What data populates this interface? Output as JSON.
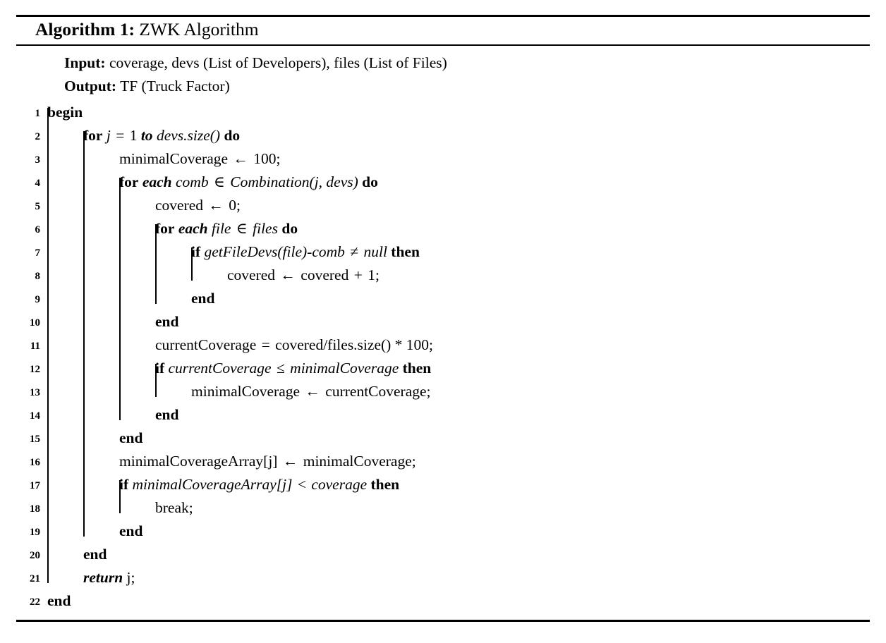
{
  "caption": {
    "head": "Algorithm 1:",
    "name": "ZWK Algorithm"
  },
  "io": {
    "input_label": "Input:",
    "input_value": "coverage, devs (List of Developers), files (List of Files)",
    "output_label": "Output:",
    "output_value": "TF (Truck Factor)"
  },
  "lines": [
    {
      "n": "1",
      "indent": 0,
      "text": "begin"
    },
    {
      "n": "2",
      "indent": 1,
      "text": "for j = 1 to devs.size() do"
    },
    {
      "n": "3",
      "indent": 2,
      "text": "minimalCoverage ← 100;"
    },
    {
      "n": "4",
      "indent": 2,
      "text": "for each comb ∈ Combination(j, devs) do"
    },
    {
      "n": "5",
      "indent": 3,
      "text": "covered ← 0;"
    },
    {
      "n": "6",
      "indent": 3,
      "text": "for each file ∈ files do"
    },
    {
      "n": "7",
      "indent": 4,
      "text": "if getFileDevs(file)-comb ≠ null then"
    },
    {
      "n": "8",
      "indent": 5,
      "text": "covered ← covered + 1;"
    },
    {
      "n": "9",
      "indent": 4,
      "text": "end"
    },
    {
      "n": "10",
      "indent": 3,
      "text": "end"
    },
    {
      "n": "11",
      "indent": 3,
      "text": "currentCoverage = covered/files.size() * 100;"
    },
    {
      "n": "12",
      "indent": 3,
      "text": "if currentCoverage ≤ minimalCoverage then"
    },
    {
      "n": "13",
      "indent": 4,
      "text": "minimalCoverage ← currentCoverage;"
    },
    {
      "n": "14",
      "indent": 3,
      "text": "end"
    },
    {
      "n": "15",
      "indent": 2,
      "text": "end"
    },
    {
      "n": "16",
      "indent": 2,
      "text": "minimalCoverageArray[j] ← minimalCoverage;"
    },
    {
      "n": "17",
      "indent": 2,
      "text": "if minimalCoverageArray[j] < coverage then"
    },
    {
      "n": "18",
      "indent": 3,
      "text": "break;"
    },
    {
      "n": "19",
      "indent": 2,
      "text": "end"
    },
    {
      "n": "20",
      "indent": 1,
      "text": "end"
    },
    {
      "n": "21",
      "indent": 1,
      "text": "return j;"
    },
    {
      "n": "22",
      "indent": 0,
      "text": "end"
    }
  ],
  "rich": {
    "l1": [
      [
        "kw",
        "begin"
      ]
    ],
    "l2": [
      [
        "kw",
        "for"
      ],
      [
        "sp",
        " "
      ],
      [
        "math",
        "j"
      ],
      [
        "sp",
        " "
      ],
      [
        "op",
        "="
      ],
      [
        "sp",
        " "
      ],
      [
        "rm",
        "1"
      ],
      [
        "sp",
        " "
      ],
      [
        "kwi",
        "to"
      ],
      [
        "sp",
        " "
      ],
      [
        "id",
        "devs.size()"
      ],
      [
        "sp",
        " "
      ],
      [
        "kw",
        "do"
      ]
    ],
    "l3": [
      [
        "rm",
        "minimalCoverage"
      ],
      [
        "sp",
        " "
      ],
      [
        "op",
        "←"
      ],
      [
        "sp",
        " "
      ],
      [
        "rm",
        "100;"
      ]
    ],
    "l4": [
      [
        "kw",
        "for"
      ],
      [
        "sp",
        " "
      ],
      [
        "kwi",
        "each"
      ],
      [
        "sp",
        " "
      ],
      [
        "id",
        "comb"
      ],
      [
        "sp",
        " "
      ],
      [
        "op",
        "∈"
      ],
      [
        "sp",
        " "
      ],
      [
        "id",
        "Combination(j, devs)"
      ],
      [
        "sp",
        " "
      ],
      [
        "kw",
        "do"
      ]
    ],
    "l5": [
      [
        "rm",
        "covered"
      ],
      [
        "sp",
        " "
      ],
      [
        "op",
        "←"
      ],
      [
        "sp",
        " "
      ],
      [
        "rm",
        "0;"
      ]
    ],
    "l6": [
      [
        "kw",
        "for"
      ],
      [
        "sp",
        " "
      ],
      [
        "kwi",
        "each"
      ],
      [
        "sp",
        " "
      ],
      [
        "id",
        "file"
      ],
      [
        "sp",
        " "
      ],
      [
        "op",
        "∈"
      ],
      [
        "sp",
        " "
      ],
      [
        "id",
        "files"
      ],
      [
        "sp",
        " "
      ],
      [
        "kw",
        "do"
      ]
    ],
    "l7": [
      [
        "kw",
        "if"
      ],
      [
        "sp",
        " "
      ],
      [
        "id",
        "getFileDevs(file)-comb"
      ],
      [
        "sp",
        " "
      ],
      [
        "op",
        "≠"
      ],
      [
        "sp",
        " "
      ],
      [
        "id",
        "null"
      ],
      [
        "sp",
        " "
      ],
      [
        "kw",
        "then"
      ]
    ],
    "l8": [
      [
        "rm",
        "covered"
      ],
      [
        "sp",
        " "
      ],
      [
        "op",
        "←"
      ],
      [
        "sp",
        " "
      ],
      [
        "rm",
        "covered"
      ],
      [
        "sp",
        " "
      ],
      [
        "op",
        "+"
      ],
      [
        "sp",
        " "
      ],
      [
        "rm",
        "1;"
      ]
    ],
    "l9": [
      [
        "kw",
        "end"
      ]
    ],
    "l10": [
      [
        "kw",
        "end"
      ]
    ],
    "l11": [
      [
        "rm",
        "currentCoverage"
      ],
      [
        "sp",
        " "
      ],
      [
        "op",
        "="
      ],
      [
        "sp",
        " "
      ],
      [
        "rm",
        "covered/files.size() * 100;"
      ]
    ],
    "l12": [
      [
        "kw",
        "if"
      ],
      [
        "sp",
        " "
      ],
      [
        "id",
        "currentCoverage"
      ],
      [
        "sp",
        " "
      ],
      [
        "op",
        "≤"
      ],
      [
        "sp",
        " "
      ],
      [
        "id",
        "minimalCoverage"
      ],
      [
        "sp",
        " "
      ],
      [
        "kw",
        "then"
      ]
    ],
    "l13": [
      [
        "rm",
        "minimalCoverage"
      ],
      [
        "sp",
        " "
      ],
      [
        "op",
        "←"
      ],
      [
        "sp",
        " "
      ],
      [
        "rm",
        "currentCoverage;"
      ]
    ],
    "l14": [
      [
        "kw",
        "end"
      ]
    ],
    "l15": [
      [
        "kw",
        "end"
      ]
    ],
    "l16": [
      [
        "rm",
        "minimalCoverageArray[j]"
      ],
      [
        "sp",
        " "
      ],
      [
        "op",
        "←"
      ],
      [
        "sp",
        " "
      ],
      [
        "rm",
        "minimalCoverage;"
      ]
    ],
    "l17": [
      [
        "kw",
        "if"
      ],
      [
        "sp",
        " "
      ],
      [
        "id",
        "minimalCoverageArray[j]"
      ],
      [
        "sp",
        " "
      ],
      [
        "op",
        "<"
      ],
      [
        "sp",
        " "
      ],
      [
        "id",
        "coverage"
      ],
      [
        "sp",
        " "
      ],
      [
        "kw",
        "then"
      ]
    ],
    "l18": [
      [
        "rm",
        "break;"
      ]
    ],
    "l19": [
      [
        "kw",
        "end"
      ]
    ],
    "l20": [
      [
        "kw",
        "end"
      ]
    ],
    "l21": [
      [
        "kwi",
        "return"
      ],
      [
        "sp",
        " "
      ],
      [
        "rm",
        "j;"
      ]
    ],
    "l22": [
      [
        "kw",
        "end"
      ]
    ]
  },
  "guides": [
    {
      "level": 1,
      "from": 1,
      "to": 21
    },
    {
      "level": 2,
      "from": 2,
      "to": 19
    },
    {
      "level": 3,
      "from": 4,
      "to": 14
    },
    {
      "level": 4,
      "from": 6,
      "to": 9
    },
    {
      "level": 5,
      "from": 7,
      "to": 8
    },
    {
      "level": 4,
      "from": 12,
      "to": 13
    },
    {
      "level": 3,
      "from": 17,
      "to": 18
    }
  ]
}
